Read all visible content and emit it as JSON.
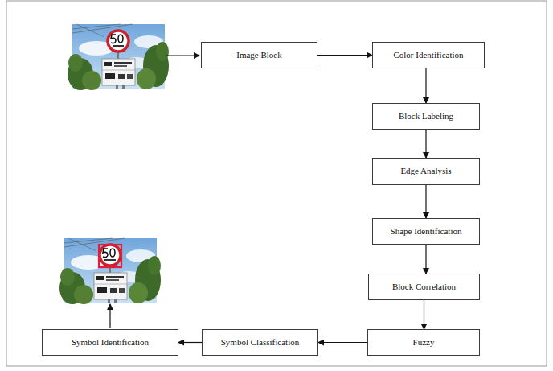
{
  "diagram": {
    "nodes": [
      {
        "text": [
          "Image Block"
        ]
      },
      {
        "text": [
          "Color Identification"
        ]
      },
      {
        "text": [
          "Block Labeling"
        ]
      },
      {
        "text": [
          "Edge Analysis"
        ]
      },
      {
        "text": [
          "Shape Identification"
        ]
      },
      {
        "text": [
          "Block Correlation"
        ]
      },
      {
        "text": [
          "Fuzzy"
        ]
      },
      {
        "text": [
          "Symbol Classification"
        ]
      },
      {
        "text": [
          "Symbol Identification"
        ]
      }
    ],
    "edges": [
      {
        "from": 0,
        "to": 1,
        "arrow": "to"
      },
      {
        "from": 1,
        "to": 2,
        "arrow": "to"
      },
      {
        "from": 2,
        "to": 3,
        "arrow": "to"
      },
      {
        "from": 3,
        "to": 4,
        "arrow": "to"
      },
      {
        "from": 4,
        "to": 5,
        "arrow": "to"
      },
      {
        "from": 5,
        "to": 6,
        "arrow": "to"
      },
      {
        "from": 6,
        "to": 7,
        "arrow": "to"
      },
      {
        "from": 7,
        "to": 8,
        "arrow": "to"
      }
    ]
  }
}
